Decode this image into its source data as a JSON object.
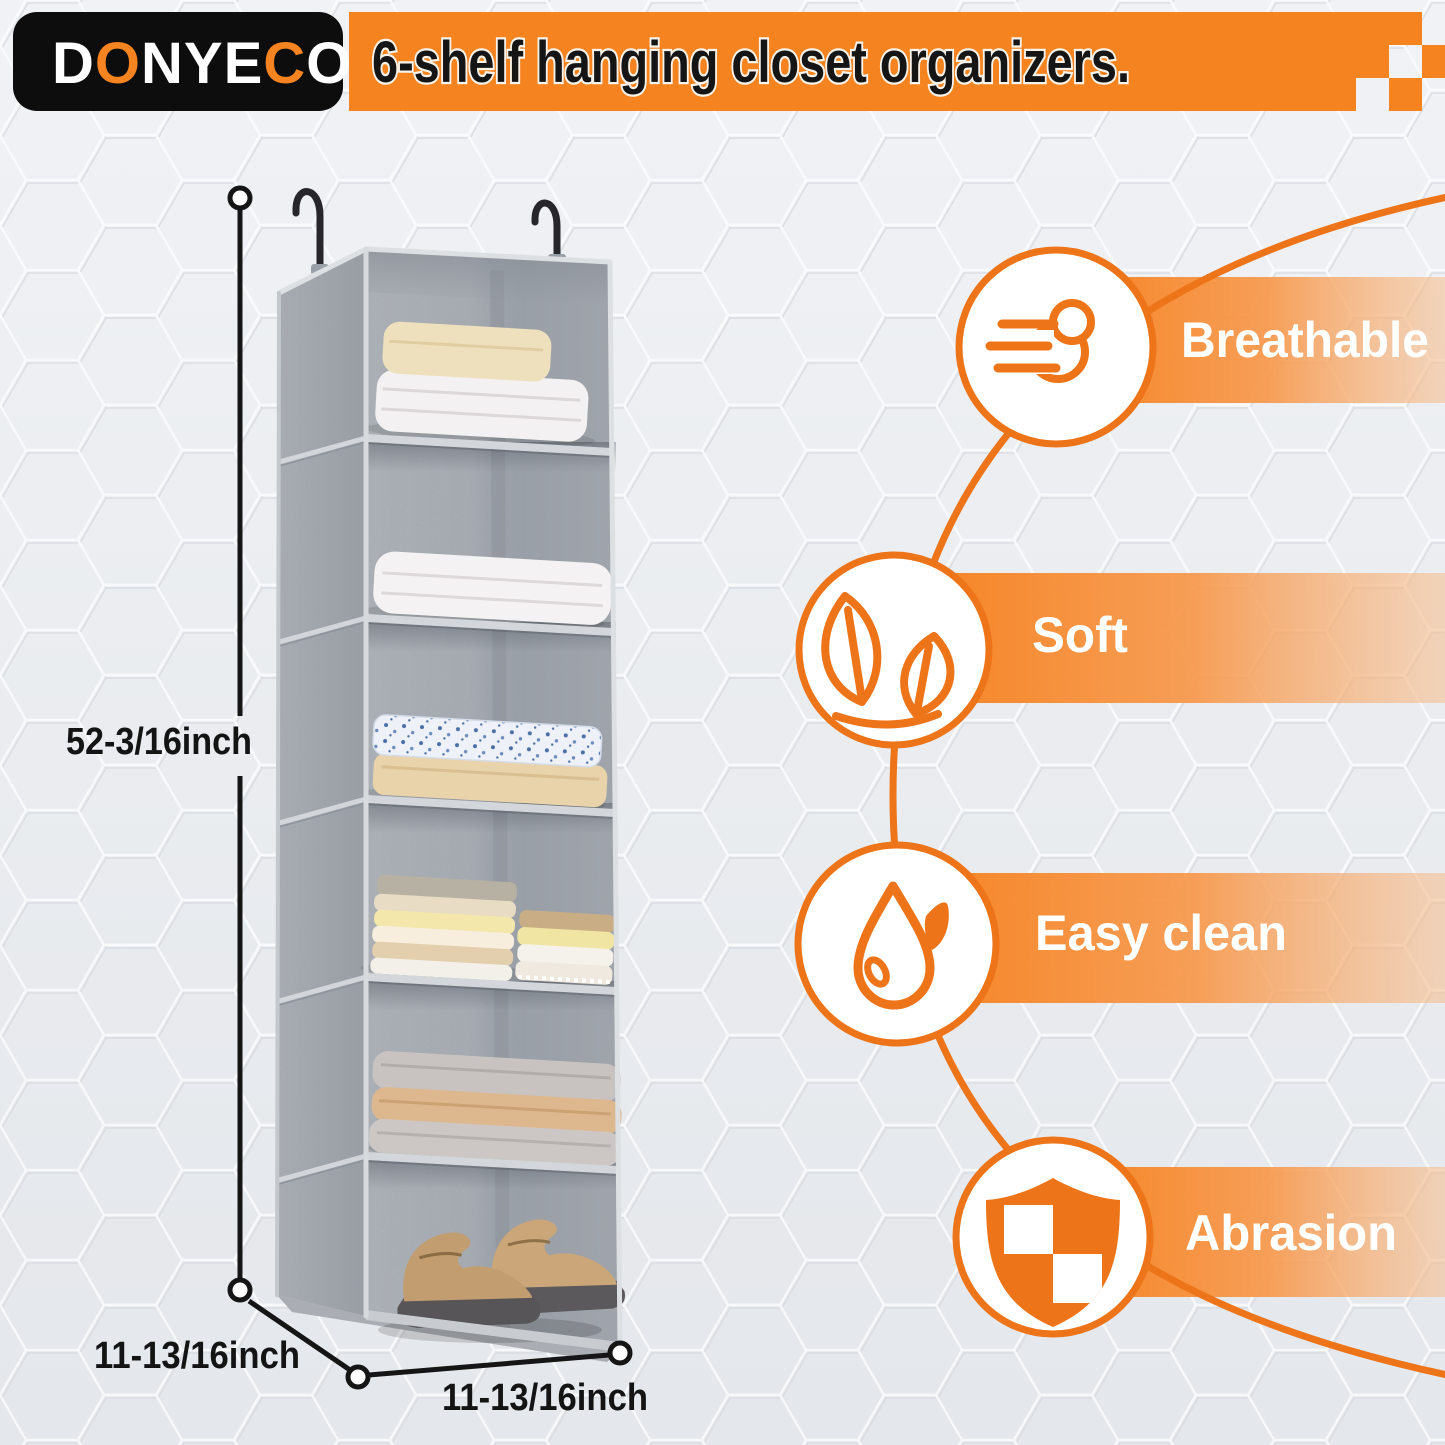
{
  "header": {
    "brand_parts": [
      "D",
      "O",
      "NYE",
      "C",
      "O"
    ],
    "title": "6-shelf hanging closet organizers."
  },
  "product": {
    "name": "6-shelf hanging closet organizer",
    "dim_height": "52-3/16inch",
    "dim_depth": "11-13/16inch",
    "dim_width": "11-13/16inch",
    "shelf_count": 6
  },
  "features": [
    {
      "label": "Breathable",
      "icon": "wind-cloud-icon"
    },
    {
      "label": "Soft",
      "icon": "leaves-icon"
    },
    {
      "label": "Easy clean",
      "icon": "water-drop-icon"
    },
    {
      "label": "Abrasion",
      "icon": "shield-icon"
    }
  ],
  "colors": {
    "accent": "#F5831F",
    "arc": "#ED7419",
    "logo_bg": "#0D0D0D",
    "dim_ink": "#141414",
    "fabric_gray": "#ABB0B7"
  }
}
